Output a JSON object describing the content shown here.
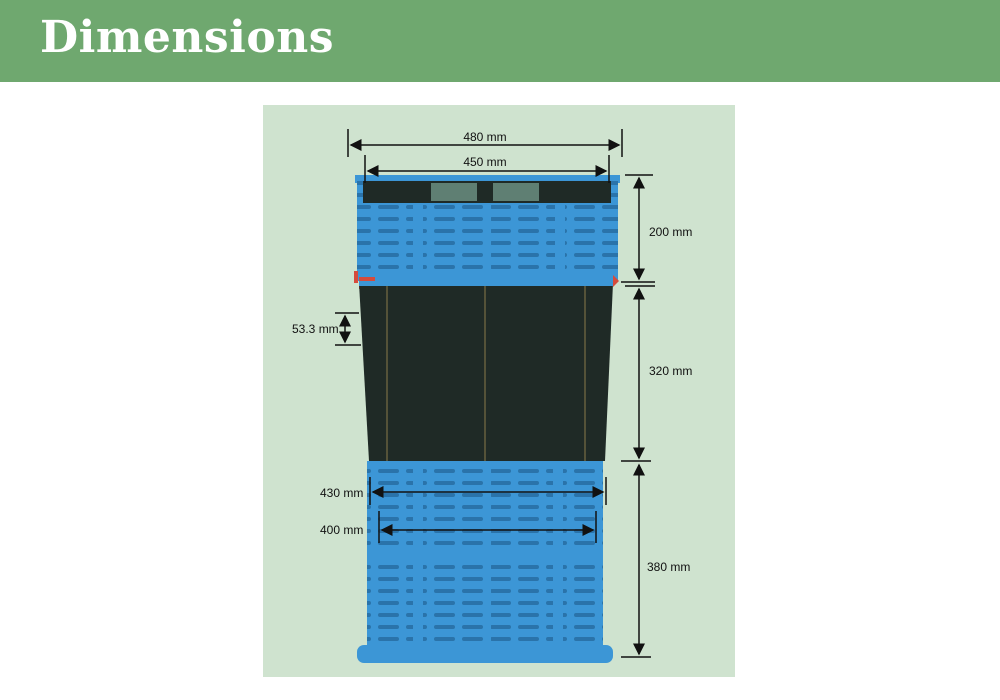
{
  "title": "Dimensions",
  "colors": {
    "header_bg": "#6fa86f",
    "figure_bg": "#cfe3cf",
    "bin_blue": "#3c96d6",
    "bin_dark": "#1f2a26",
    "accent_red": "#d64b3c"
  },
  "dimensions": {
    "top_outer_width": "480 mm",
    "top_inner_width": "450 mm",
    "top_section_height": "200 mm",
    "middle_section_height": "320 mm",
    "slot_spacing": "53.3 mm",
    "bottom_outer_width": "430 mm",
    "bottom_inner_width": "400 mm",
    "bottom_section_height": "380 mm"
  }
}
